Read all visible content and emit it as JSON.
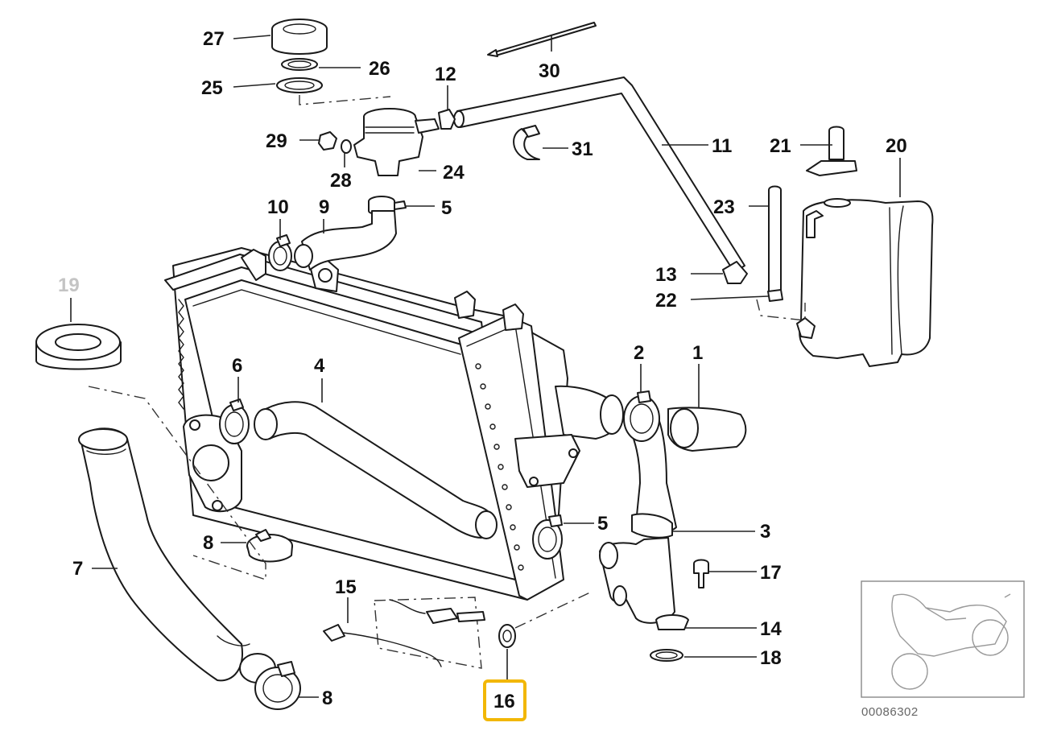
{
  "diagram": {
    "highlight_color": "#f2b705",
    "part_labels": {
      "p1": "1",
      "p2": "2",
      "p3": "3",
      "p4": "4",
      "p5a": "5",
      "p5b": "5",
      "p6": "6",
      "p7": "7",
      "p8a": "8",
      "p8b": "8",
      "p9": "9",
      "p10": "10",
      "p11": "11",
      "p12": "12",
      "p13": "13",
      "p14": "14",
      "p15": "15",
      "p16": "16",
      "p17": "17",
      "p18": "18",
      "p19": "19",
      "p20": "20",
      "p21": "21",
      "p22": "22",
      "p23": "23",
      "p24": "24",
      "p25": "25",
      "p26": "26",
      "p27": "27",
      "p28": "28",
      "p29": "29",
      "p30": "30",
      "p31": "31"
    },
    "selected_part": "16",
    "faded_part": "19",
    "diagram_number": "00086302",
    "thumbnail_icon": "motorcycle-icon"
  }
}
